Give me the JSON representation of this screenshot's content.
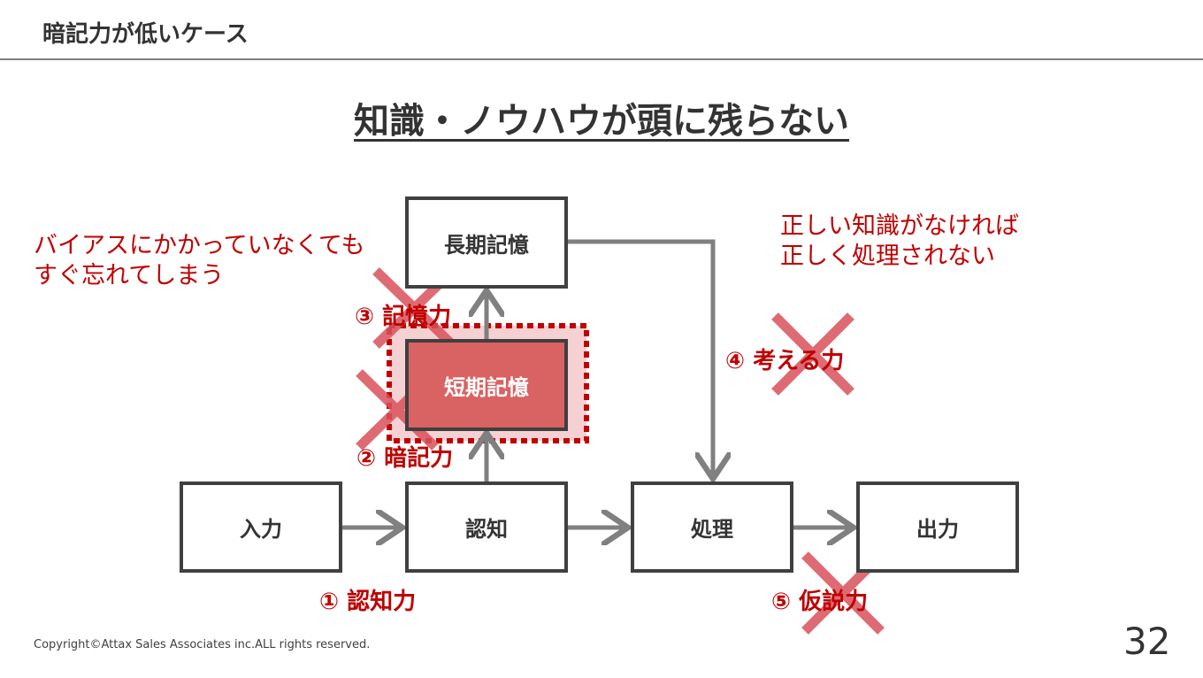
{
  "header": {
    "title": "暗記力が低いケース"
  },
  "main_title": "知識・ノウハウが頭に残らない",
  "boxes": {
    "input": "入力",
    "recognition": "認知",
    "processing": "処理",
    "output": "出力",
    "long_term_memory": "長期記憶",
    "short_term_memory": "短期記憶"
  },
  "notes": {
    "left_line1": "バイアスにかかっていなくても",
    "left_line2": "すぐ忘れてしまう",
    "right_line1": "正しい知識がなければ",
    "right_line2": "正しく処理されない"
  },
  "abilities": {
    "a1": "① 認知力",
    "a2": "② 暗記力",
    "a3": "③ 記憶力",
    "a4": "④ 考える力",
    "a5": "⑤ 仮説力"
  },
  "colors": {
    "accent_red": "#c00000",
    "cross_red": "#d9525b",
    "highlight_fill": "#d96262",
    "arrow_gray": "#808080",
    "box_border": "#404040"
  },
  "footer": {
    "copyright": "Copyright©Attax Sales Associates inc.ALL rights reserved.",
    "page_number": "32"
  }
}
